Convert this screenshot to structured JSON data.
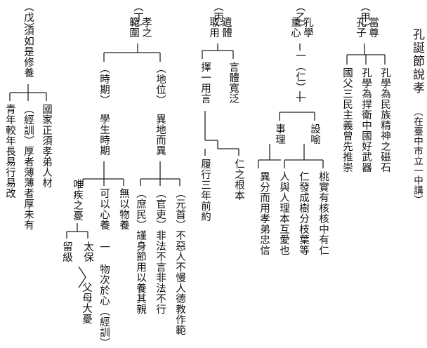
{
  "title": "孔誕節說孝",
  "venue": "（在臺中市立一中講）",
  "sections": {
    "jia": {
      "label": "（甲）",
      "head": [
        "當尊",
        "孔子"
      ],
      "branches": [
        "孔學為民族精神之磁石",
        "孔學為捍衛中國好武器",
        "國父三民主義曾先推崇"
      ]
    },
    "yi": {
      "label": "（乙）",
      "head": [
        "孔學",
        "重心"
      ],
      "mid": "一（仁）一",
      "sub_left": "設喻",
      "sub_right": "事理",
      "leaves_left": [
        "桃實有核核中有仁",
        "仁發成樹分枝葉等"
      ],
      "leaves_right": [
        "人與人理本互愛也",
        "異分而用孝弟忠信"
      ]
    },
    "bing": {
      "label": "（丙）",
      "head": [
        "遺體",
        "取用"
      ],
      "left": "言體寬泛",
      "right": "擇一用言",
      "leaves": [
        "仁之根本",
        "履行三年前約"
      ]
    },
    "ding": {
      "label": "（丁）",
      "head": [
        "孝之",
        "範圍"
      ],
      "left_tag": "（地位）",
      "left_text": "異地而異",
      "left_leaves": [
        "（元首）不惡人不慢人德教作範",
        "（官吏）非法不言非法不行",
        "（庶民）謹身節用以養其親"
      ],
      "right_tag": "（時期）",
      "right_text": "學生時期",
      "right_leaves": [
        "無以物養",
        "可以心養 一 物次於心（經訓）",
        "唯疾之憂"
      ],
      "sub_leaves": [
        "太保",
        "留級"
      ],
      "sub_result": "父母大憂"
    },
    "wu": {
      "label": "（戊）",
      "head": "須如是修養",
      "leaves": [
        "國家正須孝弟人材",
        "（經訓）厚者薄薄者厚未有",
        "青年較年長易行易改"
      ]
    }
  }
}
